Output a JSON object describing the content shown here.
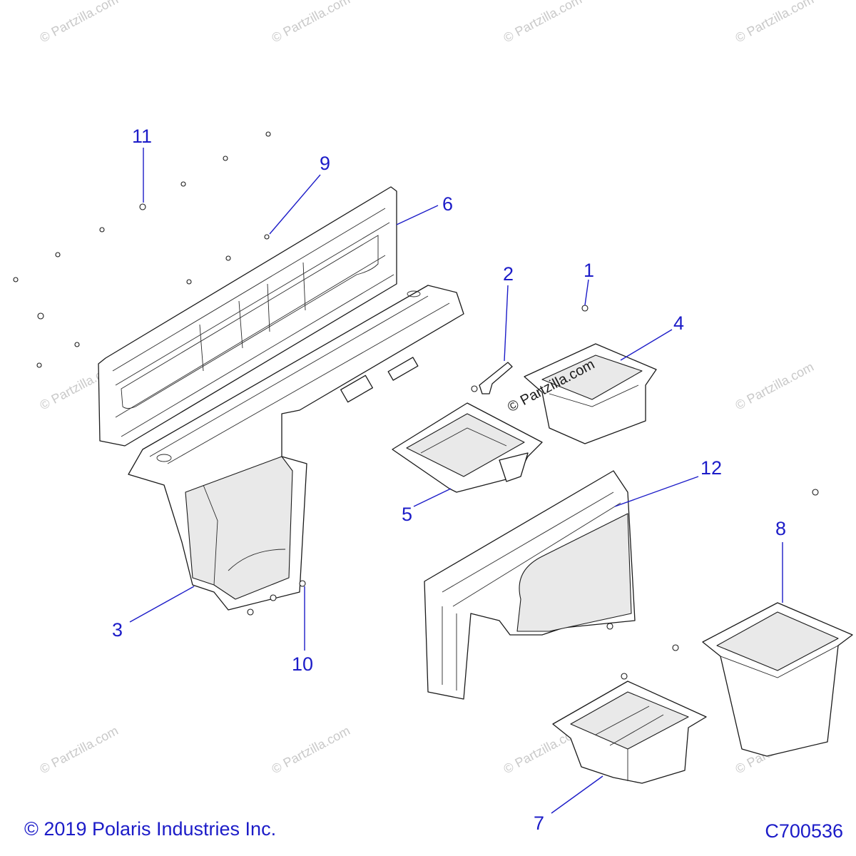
{
  "watermark_text": "© Partzilla.com",
  "center_watermark_text": "© Partzilla.com",
  "callouts": [
    {
      "label": "1"
    },
    {
      "label": "2"
    },
    {
      "label": "3"
    },
    {
      "label": "4"
    },
    {
      "label": "5"
    },
    {
      "label": "6"
    },
    {
      "label": "7"
    },
    {
      "label": "8"
    },
    {
      "label": "9"
    },
    {
      "label": "10"
    },
    {
      "label": "11"
    },
    {
      "label": "12"
    }
  ],
  "footer": {
    "copyright": "© 2019 Polaris Industries Inc.",
    "diagram_id": "C700536"
  },
  "colors": {
    "callout": "#1c1cc8",
    "line_art": "#1a1a1a",
    "watermark": "#c9c9c9"
  }
}
